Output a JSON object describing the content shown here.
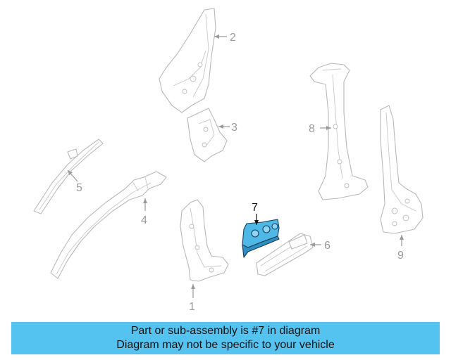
{
  "callouts": [
    "1",
    "2",
    "3",
    "4",
    "5",
    "6",
    "7",
    "8",
    "9"
  ],
  "highlighted_callout": "7",
  "colors": {
    "highlight": "#4eb8e6",
    "banner": "#55c3ef",
    "line": "#b9b9b9"
  },
  "banner": {
    "line1": "Part or sub-assembly is #7 in diagram",
    "line2": "Diagram may not be specific to your vehicle"
  }
}
